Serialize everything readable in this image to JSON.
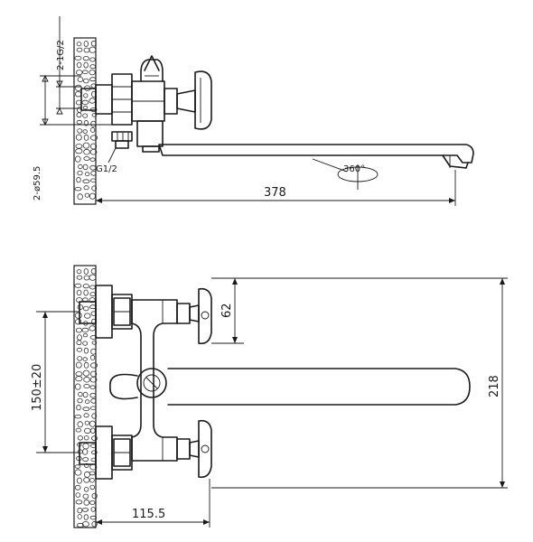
{
  "side_view": {
    "labels": {
      "thread_pair": "2-1G/2",
      "eccentric_pair": "2-ø59.5",
      "outlet_thread": "G1/2",
      "rotation": "360°",
      "spout_length": "378"
    }
  },
  "top_view": {
    "labels": {
      "handle_offset": "62",
      "overall_height": "218",
      "center_distance": "150±20",
      "wall_distance": "115.5"
    }
  }
}
